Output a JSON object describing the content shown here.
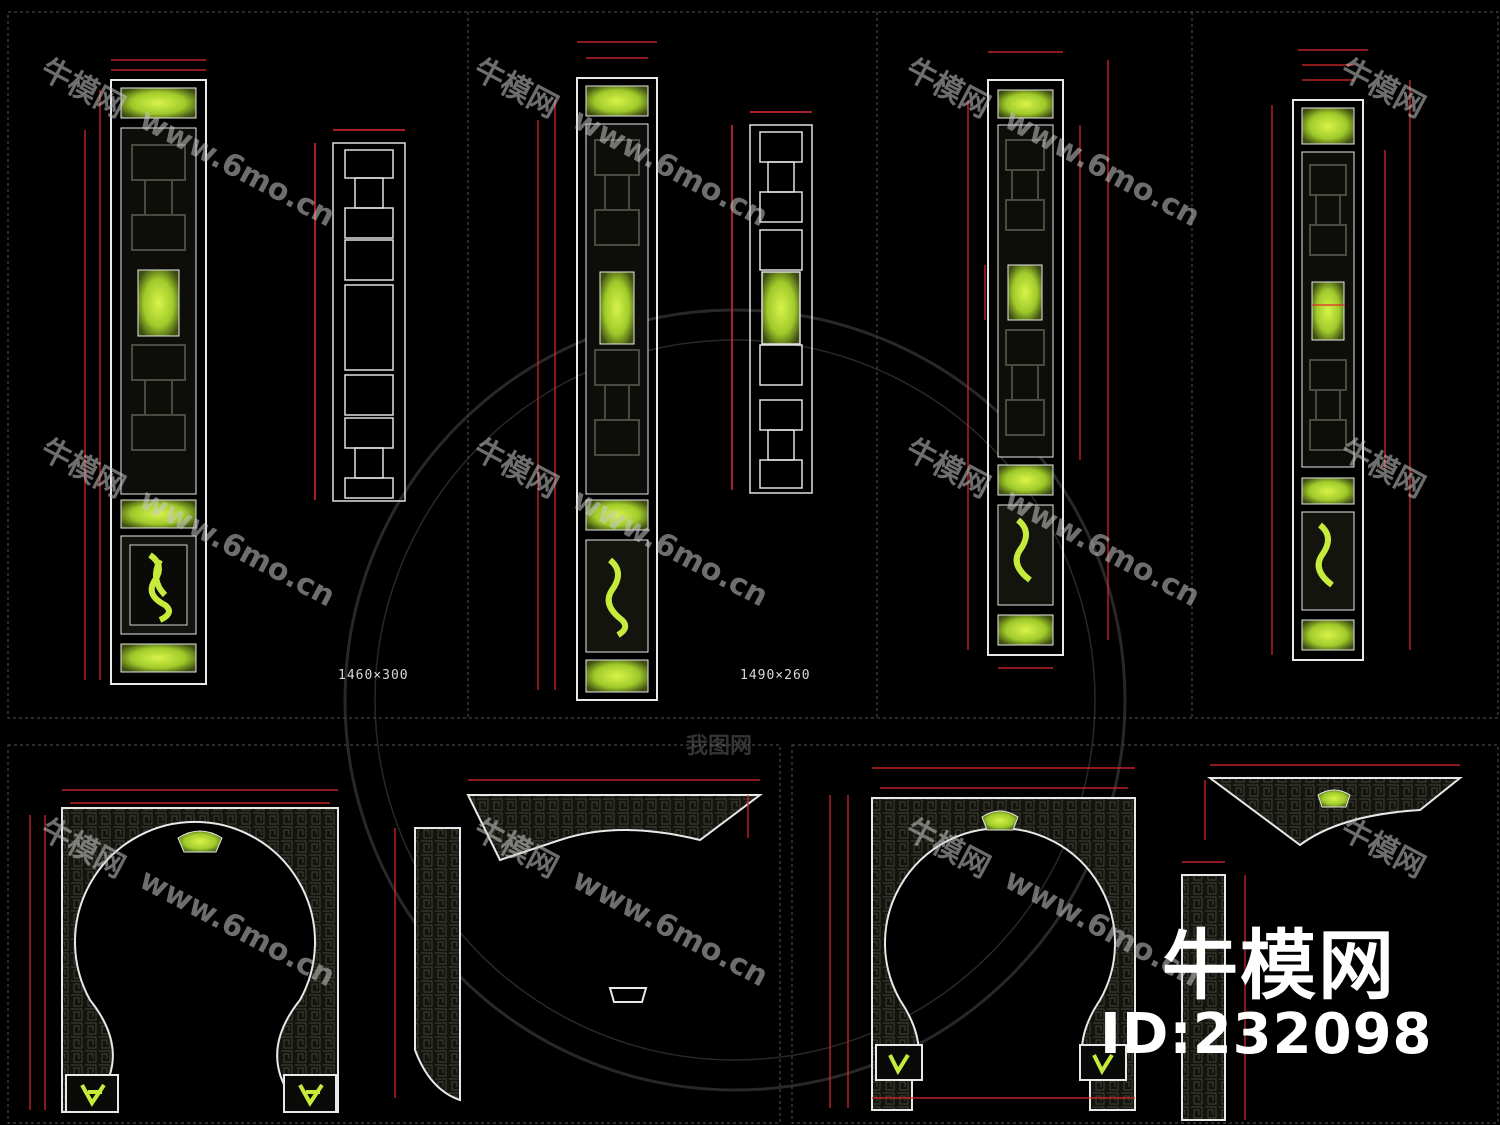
{
  "drawing": {
    "elevation_labels": [
      "1460×300",
      "1490×260"
    ],
    "watermark": {
      "site_cn": "牛模网",
      "site_url": "www.6mo.cn",
      "stamp_text": "我图网"
    },
    "brand": {
      "name": "牛模网",
      "id_text": "ID:232098"
    },
    "colors": {
      "background": "#000000",
      "frame_line": "#e8e8e8",
      "dimension_line": "#e0282d",
      "carving_fill": "#b6e03a",
      "carving_dark": "#27300d",
      "lattice_fill": "#2a2a22",
      "sheet_border": "#555555"
    }
  }
}
